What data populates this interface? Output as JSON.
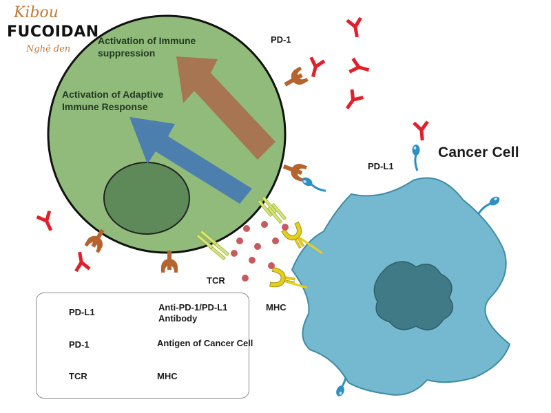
{
  "logo": {
    "line1": "Kibou",
    "line2": "FUCOIDAN",
    "line3": "Nghệ đen",
    "colors": {
      "script": "#c07a3a",
      "wordmark": "#111111",
      "ribbon": "#d6953c"
    }
  },
  "diagram": {
    "callouts": {
      "suppression": [
        "Activation of Immune",
        "suppression"
      ],
      "adaptive": [
        "Activation of Adaptive",
        "Immune Response"
      ]
    },
    "parts": {
      "pd1": "PD-1",
      "pdl1": "PD-L1",
      "tcr": "TCR",
      "mhc": "MHC"
    },
    "cancer_cell_label": "Cancer Cell",
    "colors": {
      "t_cell": "#90bb7a",
      "nucleus": "#5e8a5a",
      "cancer_outer": "#74b9cf",
      "cancer_inner": "#3f7a86",
      "arrow_suppression": "#a77552",
      "arrow_adaptive": "#4d7fae",
      "pd1": "#b5642e",
      "pdl1": "#2d8fc6",
      "antibody": "#e0202a",
      "tcr": "#cfe06a",
      "mhc": "#e6cf1a",
      "antigen": "#c65a5e"
    }
  },
  "legend": {
    "items": [
      {
        "icon": "pdl1-icon",
        "label": "PD-L1"
      },
      {
        "icon": "antibody-icon",
        "label": "Anti-PD-1/PD-L1",
        "label2": "Antibody"
      },
      {
        "icon": "pd1-icon",
        "label": "PD-1"
      },
      {
        "icon": "antigen-icon",
        "label": "Antigen of Cancer Cell"
      },
      {
        "icon": "tcr-icon",
        "label": "TCR"
      },
      {
        "icon": "mhc-icon",
        "label": "MHC"
      }
    ]
  }
}
